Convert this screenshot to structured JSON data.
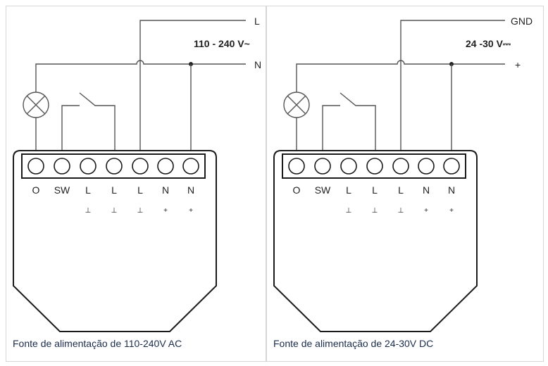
{
  "diagrams": [
    {
      "id": "ac",
      "line_top": "L",
      "line_bottom": "N",
      "voltage": "110 - 240 V~",
      "terminals": [
        "O",
        "SW",
        "L",
        "L",
        "L",
        "N",
        "N"
      ],
      "polarity": [
        "",
        "",
        "⊥",
        "⊥",
        "⊥",
        "+",
        "+"
      ],
      "caption": "Fonte de alimentação de 110-240V AC"
    },
    {
      "id": "dc",
      "line_top": "GND",
      "line_bottom": "+",
      "voltage": "24 -30 V⎓",
      "terminals": [
        "O",
        "SW",
        "L",
        "L",
        "L",
        "N",
        "N"
      ],
      "polarity": [
        "",
        "",
        "⊥",
        "⊥",
        "⊥",
        "+",
        "+"
      ],
      "caption": "Fonte de alimentação de 24-30V DC"
    }
  ],
  "colors": {
    "wire": "#555555",
    "outline": "#1a1a1a",
    "caption": "#1a2b4a"
  },
  "icons": [
    "lamp-icon",
    "switch-icon"
  ]
}
